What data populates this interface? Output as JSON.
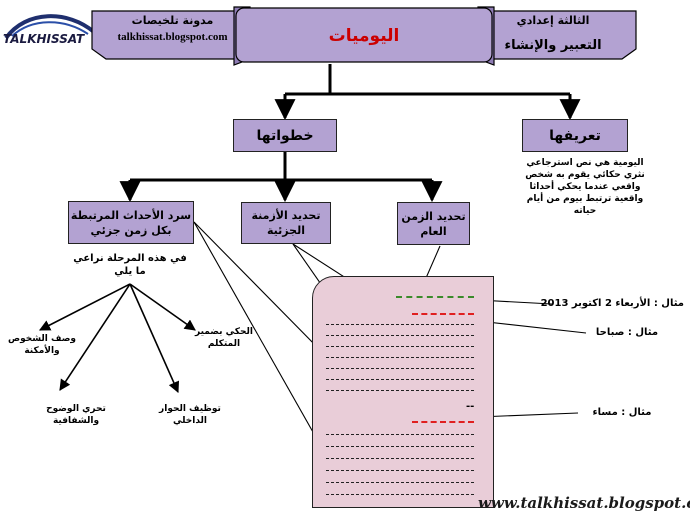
{
  "header": {
    "blog_name": "مدونة تلخيصات",
    "blog_url": "talkhissat.blogspot.com",
    "logo_text": "TALKHISSAT",
    "main_title": "اليوميات",
    "grade": "الثالثة إعدادي",
    "subject": "التعبير والإنشاء"
  },
  "nodes": {
    "steps": "خطواتها",
    "definition": "تعريفها",
    "definition_text": [
      "اليومية هي نص استرجاعي",
      "نثري حكائي يقوم به شخص",
      "واقعي عندما يحكي أحداثا",
      "واقعية ترتبط بيوم من أيام",
      "حياته"
    ],
    "general_time": [
      "تحديد الزمن",
      "العام"
    ],
    "partial_times": [
      "تحديد الأزمنة",
      "الجزئية"
    ],
    "narration": [
      "سرد الأحداث المرتبطة",
      "بكل زمن جزئي"
    ],
    "phase_note": [
      "في هذه المرحلة نراعي",
      "ما يلي"
    ],
    "first_person": [
      "الحكي بضمير",
      "المتكلم"
    ],
    "describe": [
      "وصف الشخوص",
      "والأمكنة"
    ],
    "clarity": [
      "تحري الوضوح",
      "والشفافية"
    ],
    "dialogue": [
      "توظيف الحوار",
      "الداخلي"
    ]
  },
  "examples": {
    "date": "مثال : الأربعاء 2 اكتوبر 2013",
    "morning": "مثال : صباحا",
    "evening": "مثال : مساء"
  },
  "page": {
    "dots": "--",
    "watermark": "www.talkhissat.blogspot.com"
  },
  "colors": {
    "box_fill": "#b3a2d2",
    "page_fill": "#e9cdd8",
    "title_red": "#cc0000",
    "dash_green": "#3a8a2a",
    "dash_red": "#e02020"
  }
}
